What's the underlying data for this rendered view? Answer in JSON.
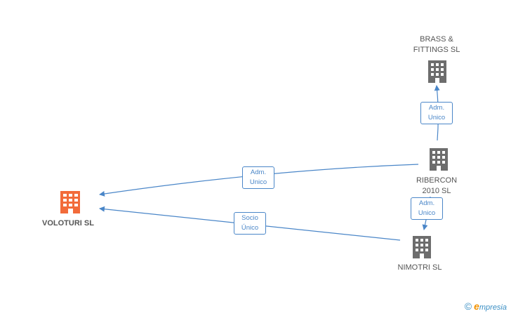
{
  "colors": {
    "edge": "#4a86c8",
    "company_main": "#f26b3a",
    "company": "#6d6d6d",
    "label": "#555555"
  },
  "nodes": {
    "voloturi": {
      "label": "VOLOTURI SL",
      "icon": "building-icon"
    },
    "brass": {
      "label_line1": "BRASS &",
      "label_line2": "FITTINGS SL",
      "icon": "building-icon"
    },
    "ribercon": {
      "label_line1": "RIBERCON",
      "label_line2": "2010 SL",
      "icon": "building-icon"
    },
    "nimotri": {
      "label": "NIMOTRI SL",
      "icon": "building-icon"
    }
  },
  "edges": {
    "ribercon_voloturi": {
      "line1": "Adm.",
      "line2": "Unico"
    },
    "nimotri_voloturi": {
      "line1": "Socio",
      "line2": "Único"
    },
    "ribercon_brass": {
      "line1": "Adm.",
      "line2": "Unico"
    },
    "ribercon_nimotri": {
      "line1": "Adm.",
      "line2": "Unico"
    }
  },
  "footer": {
    "copyright_symbol": "©",
    "brand_initial": "e",
    "brand_rest": "mpresia"
  }
}
